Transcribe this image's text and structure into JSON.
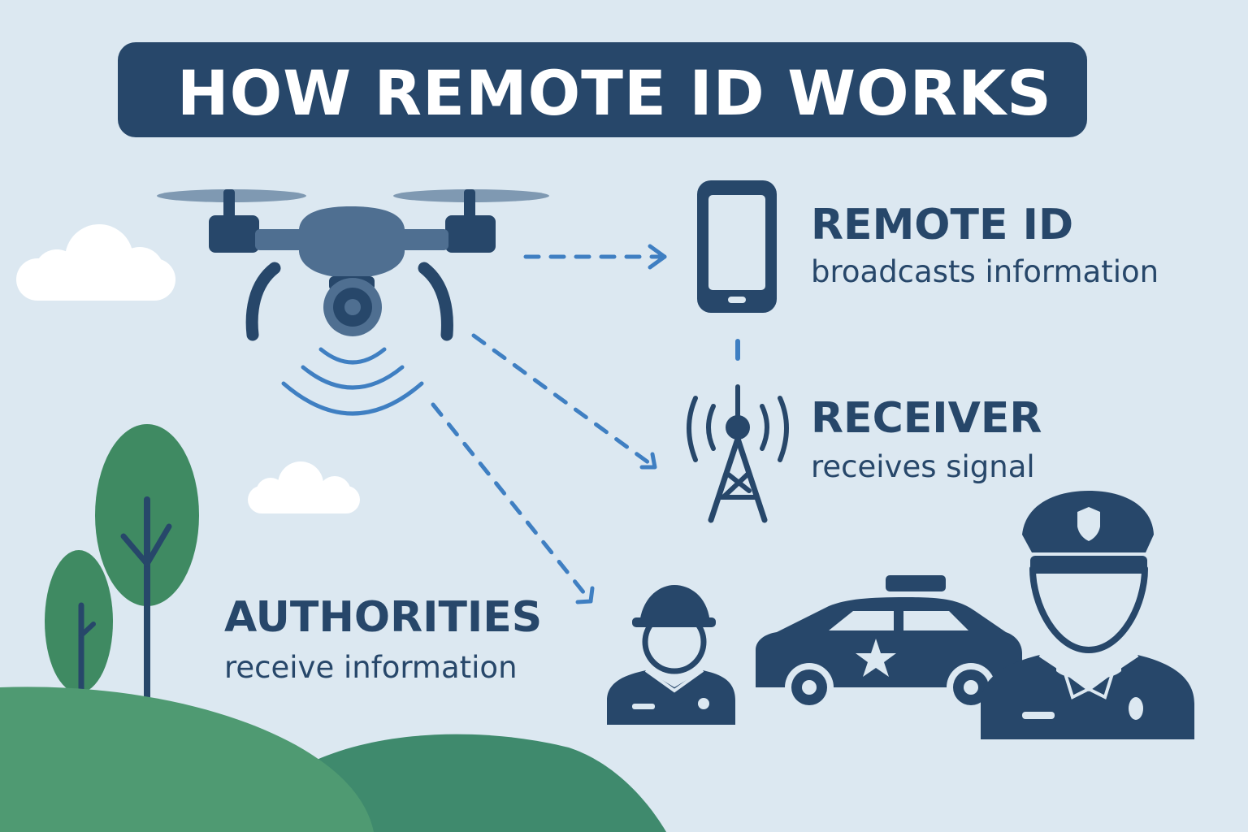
{
  "title": "HOW REMOTE ID WORKS",
  "steps": [
    {
      "heading": "REMOTE ID",
      "description": "broadcasts information"
    },
    {
      "heading": "RECEIVER",
      "description": "receives signal"
    },
    {
      "heading": "AUTHORITIES",
      "description": "receive information"
    }
  ],
  "colors": {
    "background": "#dce8f1",
    "navy": "#27476a",
    "drone": "#4f6f91",
    "arrow": "#3f7fc2",
    "tree": "#3f8a62",
    "hill": "#4f9a72"
  },
  "icons": [
    "drone-icon",
    "phone-icon",
    "antenna-tower-icon",
    "officer-icon",
    "police-car-icon",
    "police-officer-icon",
    "tree-icon",
    "cloud-icon"
  ]
}
